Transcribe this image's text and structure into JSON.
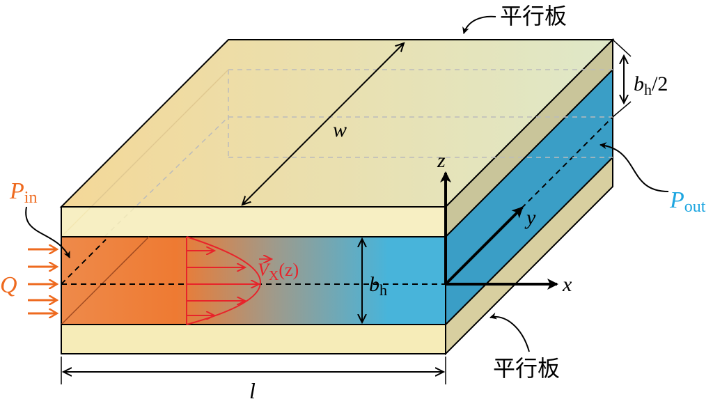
{
  "labels": {
    "plate_top": "平行板",
    "plate_bottom": "平行板",
    "width": "w",
    "length": "l",
    "half_height_var": "b",
    "half_height_sub": "h",
    "half_height_suffix": "/2",
    "height_var": "b",
    "height_sub": "h",
    "p_in_var": "P",
    "p_in_sub": "in",
    "p_out_var": "P",
    "p_out_sub": "out",
    "flow_rate": "Q",
    "velocity_var": "V",
    "velocity_sub": "X",
    "velocity_arg": "(z)",
    "axis_x": "x",
    "axis_y": "y",
    "axis_z": "z"
  },
  "colors": {
    "inlet": "#ee7a32",
    "outlet": "#48b4da",
    "plate": "#f6ecb8",
    "velocity": "#e8232a",
    "p_in_text": "#ee6a1f",
    "p_out_text": "#1ea6e0"
  }
}
